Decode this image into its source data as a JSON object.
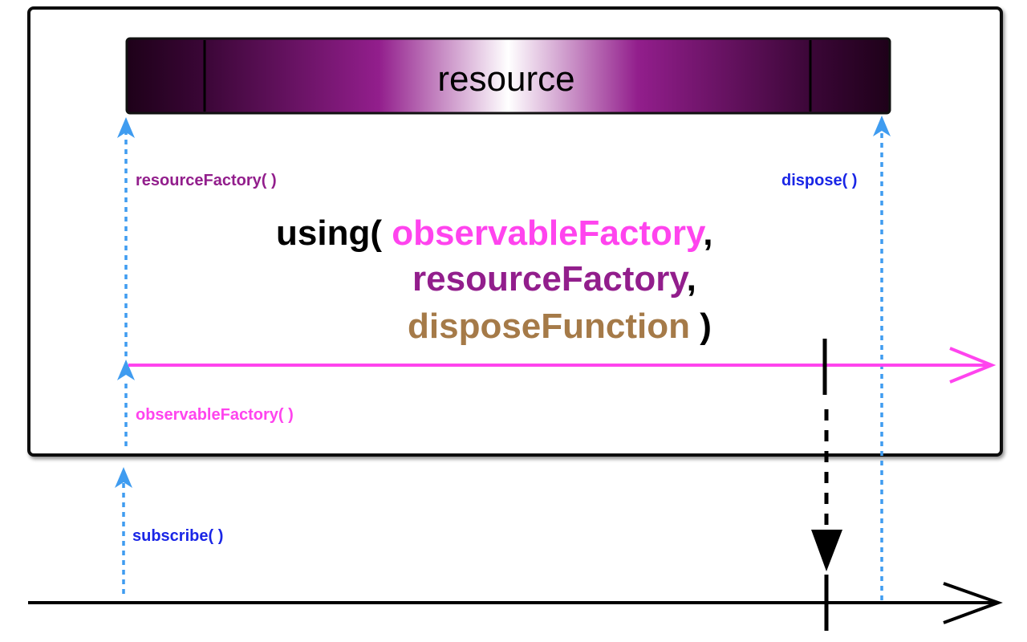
{
  "resource": {
    "label": "resource"
  },
  "calls": {
    "resource_factory": "resourceFactory( )",
    "dispose": "dispose( )",
    "observable_factory": "observableFactory( )",
    "subscribe": "subscribe( )"
  },
  "signature": {
    "prefix": "using( ",
    "arg1": "observableFactory",
    "sep1": ",",
    "arg2": "resourceFactory",
    "sep2": ",",
    "arg3": "disposeFunction",
    "suffix": " )"
  },
  "colors": {
    "observable_factory": "#ff44ee",
    "resource_factory": "#921e8c",
    "dispose_function": "#a57a48",
    "call_arrow": "#3f9cf0",
    "call_text": "#1a26e6",
    "resource_dark": "#1e0119",
    "resource_mid": "#911b8b",
    "resource_light": "#ffffff"
  }
}
